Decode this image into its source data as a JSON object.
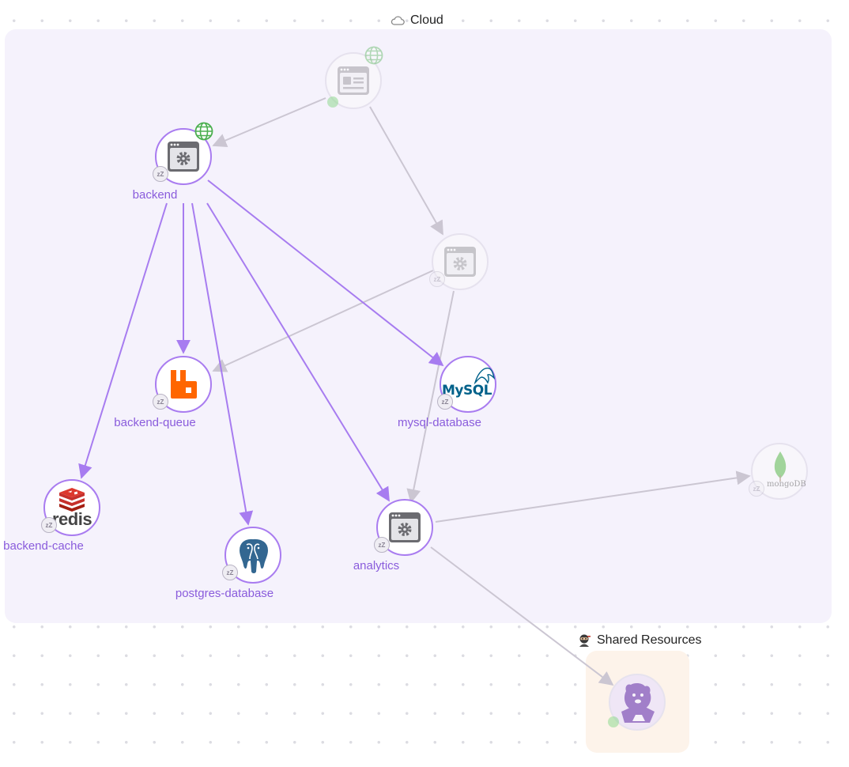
{
  "groups": {
    "cloud": {
      "title": "Cloud",
      "icon": "cloud-icon"
    },
    "shared": {
      "title": "Shared Resources",
      "icon": "ninja-icon"
    }
  },
  "nodes": {
    "frontend": {
      "label": "",
      "icon": "web-app-icon"
    },
    "backend": {
      "label": "backend",
      "icon": "service-gear-icon"
    },
    "worker": {
      "label": "",
      "icon": "service-gear-icon"
    },
    "backend_queue": {
      "label": "backend-queue",
      "icon": "rabbitmq-icon"
    },
    "mysql_database": {
      "label": "mysql-database",
      "icon": "mysql-icon",
      "logo_text": "MySQL"
    },
    "mongodb": {
      "label": "",
      "icon": "mongodb-icon",
      "logo_text": "mongoDB"
    },
    "backend_cache": {
      "label": "backend-cache",
      "icon": "redis-icon",
      "logo_text": "redis"
    },
    "postgres_database": {
      "label": "postgres-database",
      "icon": "postgres-icon"
    },
    "analytics": {
      "label": "analytics",
      "icon": "service-gear-icon"
    },
    "datadog": {
      "label": "",
      "icon": "datadog-icon"
    }
  },
  "badges": {
    "sleep_text": "zZ"
  },
  "colors": {
    "accent": "#a97cf0",
    "edge_active": "#a77cf0",
    "edge_inactive": "#cbc6d2",
    "cloud_bg": "#f5f2fc",
    "shared_bg": "#fdf3ea",
    "public_globe": "#4caf50"
  }
}
